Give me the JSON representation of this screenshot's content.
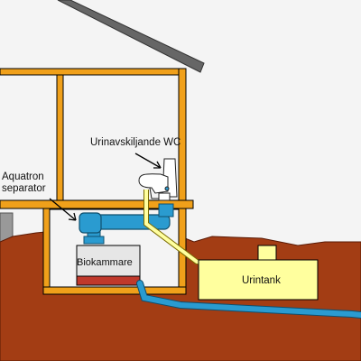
{
  "labels": {
    "wc": "Urinavskiljande WC",
    "separator_line1": "Aquatron",
    "separator_line2": "separator",
    "composting_chamber": "Biokammare",
    "urine_tank": "Urintank"
  },
  "colors": {
    "background": "#f4f4f4",
    "ground": "#a33d14",
    "house_frame": "#f0a01a",
    "roof": "#666666",
    "pipe_blue": "#2a9bd0",
    "tank_yellow": "#ffff9e",
    "chamber_grey": "#e6e6e6",
    "chamber_red": "#c0392b"
  }
}
